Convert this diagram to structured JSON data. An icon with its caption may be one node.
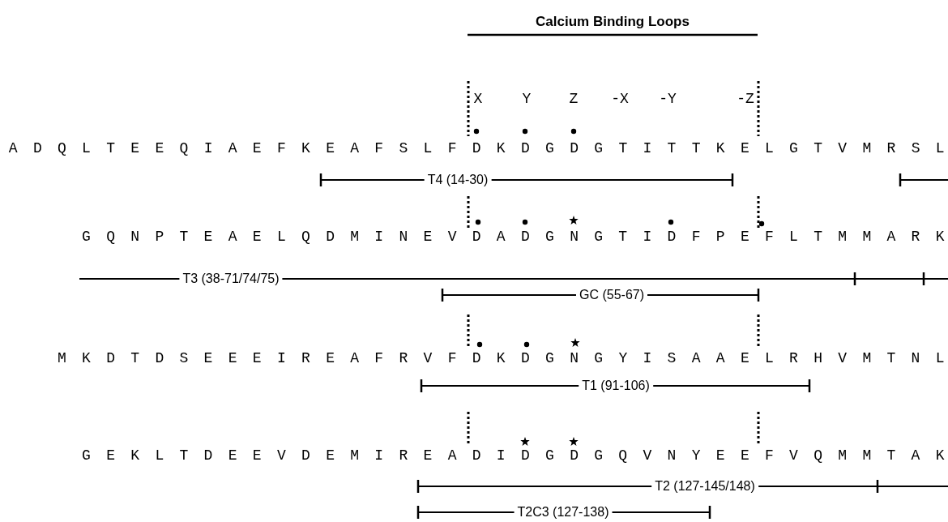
{
  "diagram": {
    "labels": [
      "Calcium Binding Loops",
      "X",
      "Y",
      "Z",
      "-X",
      "-Y",
      "-Z",
      "A D Q L T E E Q I A E F K E A F S L F D K D G D G T I T T K E L G T V M R S L",
      "T4 (14-30)",
      "G Q N P T E A E L Q D M I N E V D A D G N G T I D F P E F L T M M A R K",
      "T3 (38-71/74/75)",
      "GC (55-67)",
      "M K D T D S E E E I R E A F R V F D K D G N G Y I S A A E L R H V M T N L",
      "T1 (91-106)",
      "G E K L T D E E V D E M I R E A D I D G D G Q V N Y E E F V Q M M T A K",
      "T2 (127-145/148)",
      "T2C3 (127-138)"
    ]
  }
}
